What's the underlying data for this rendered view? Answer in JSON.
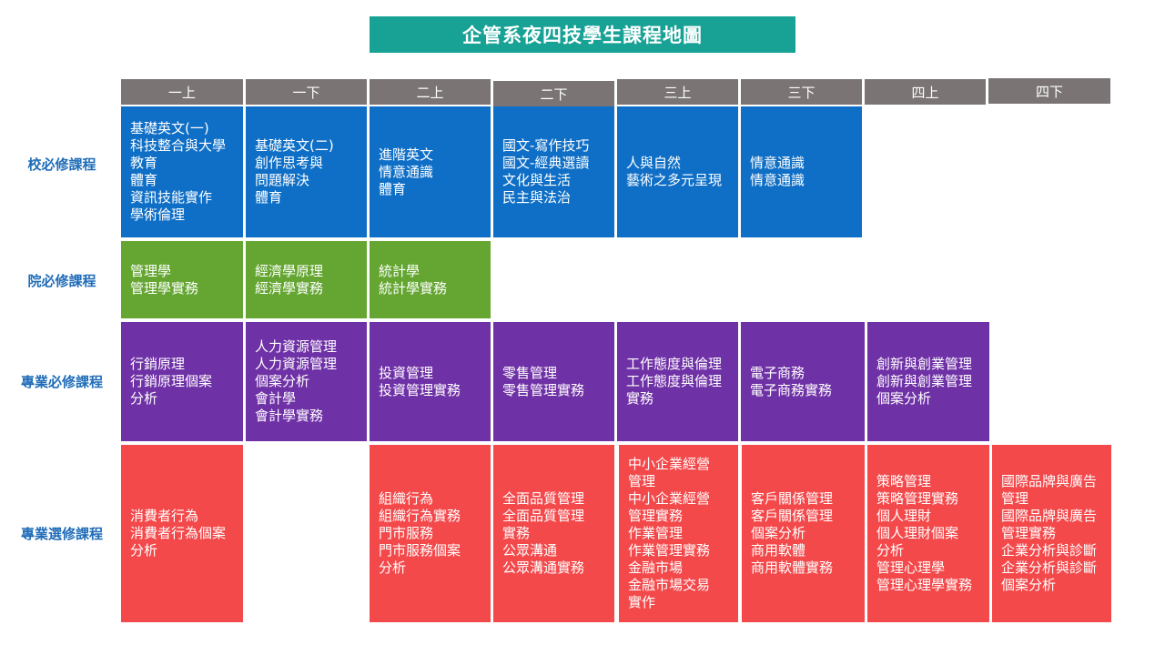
{
  "title": "企管系夜四技學生課程地圖",
  "columns": [
    "一上",
    "一下",
    "二上",
    "二下",
    "三上",
    "三下",
    "四上",
    "四下"
  ],
  "rows": [
    {
      "label": "校必修課程",
      "cells": [
        [
          "基礎英文(一)",
          "科技整合與大學",
          "教育",
          "體育",
          "資訊技能實作",
          "學術倫理"
        ],
        [
          "基礎英文(二)",
          "創作思考與",
          "問題解決",
          "體育"
        ],
        [
          "進階英文",
          "情意通識",
          "體育"
        ],
        [
          "國文-寫作技巧",
          "國文-經典選讀",
          "文化與生活",
          "民主與法治"
        ],
        [
          "人與自然",
          "藝術之多元呈現"
        ],
        [
          "情意通識",
          "情意通識"
        ]
      ]
    },
    {
      "label": "院必修課程",
      "cells": [
        [
          "管理學",
          "管理學實務"
        ],
        [
          "經濟學原理",
          "經濟學實務"
        ],
        [
          "統計學",
          "統計學實務"
        ]
      ]
    },
    {
      "label": "專業必修課程",
      "cells": [
        [
          "行銷原理",
          "行銷原理個案",
          "分析"
        ],
        [
          "人力資源管理",
          "人力資源管理",
          "個案分析",
          "會計學",
          "會計學實務"
        ],
        [
          "投資管理",
          "投資管理實務"
        ],
        [
          "零售管理",
          "零售管理實務"
        ],
        [
          "工作態度與倫理",
          "工作態度與倫理",
          "實務"
        ],
        [
          "電子商務",
          "電子商務實務"
        ],
        [
          "創新與創業管理",
          "創新與創業管理",
          "個案分析"
        ]
      ]
    },
    {
      "label": "專業選修課程",
      "cells": [
        [
          "消費者行為",
          "消費者行為個案",
          "分析"
        ],
        [
          "組織行為",
          "組織行為實務",
          "門市服務",
          "門市服務個案",
          "分析"
        ],
        [
          "全面品質管理",
          "全面品質管理",
          "實務",
          "公眾溝通",
          "公眾溝通實務"
        ],
        [
          "中小企業經營",
          "管理",
          "中小企業經營",
          "管理實務",
          "作業管理",
          "作業管理實務",
          "金融市場",
          "金融市場交易",
          "實作"
        ],
        [
          "客戶關係管理",
          "客戶關係管理",
          "個案分析",
          "商用軟體",
          "商用軟體實務"
        ],
        [
          "策略管理",
          "策略管理實務",
          "個人理財",
          "個人理財個案",
          "分析",
          "管理心理學",
          "管理心理學實務"
        ],
        [
          "國際品牌與廣告",
          "管理",
          "國際品牌與廣告",
          "管理實務",
          "企業分析與診斷",
          "企業分析與診斷",
          "個案分析"
        ]
      ]
    }
  ],
  "colors": {
    "title_bg": "#17a295",
    "header_bg": "#7a7474",
    "row_label": "#1f6cb8",
    "school_required": "#0f6fc6",
    "college_required": "#64a631",
    "major_required": "#6f31a6",
    "major_elective": "#f4494b"
  }
}
